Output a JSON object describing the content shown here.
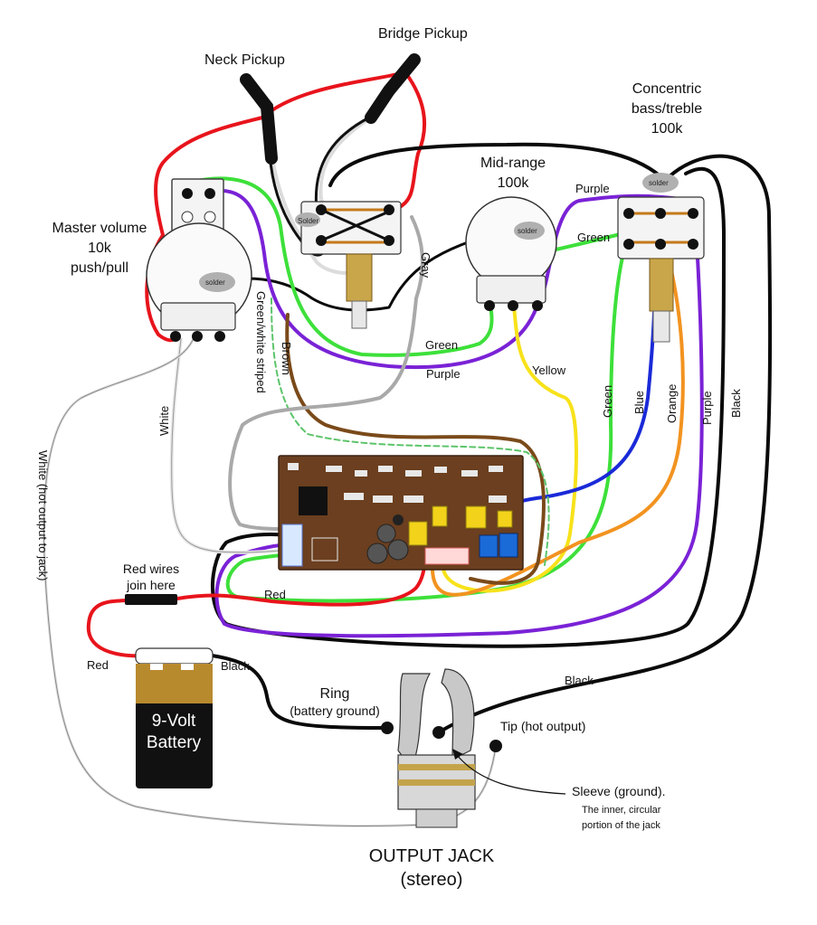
{
  "labels": {
    "bridge_pickup": "Bridge Pickup",
    "neck_pickup": "Neck Pickup",
    "concentric_line1": "Concentric",
    "concentric_line2": "bass/treble",
    "concentric_line3": "100k",
    "midrange_line1": "Mid-range",
    "midrange_line2": "100k",
    "master_line1": "Master volume",
    "master_line2": "10k",
    "master_line3": "push/pull",
    "red_wires_line1": "Red wires",
    "red_wires_line2": "join here",
    "battery_line1": "9-Volt",
    "battery_line2": "Battery",
    "ring_line1": "Ring",
    "ring_line2": "(battery ground)",
    "tip": "Tip (hot output)",
    "sleeve_line1": "Sleeve (ground).",
    "sleeve_line2": "The inner, circular",
    "sleeve_line3": "portion of the jack",
    "output_jack_line1": "OUTPUT JACK",
    "output_jack_line2": "(stereo)"
  },
  "solder_labels": {
    "master": "solder",
    "switch": "Solder",
    "midrange": "solder",
    "concentric": "solder"
  },
  "wire_labels": {
    "white": "White",
    "white_hot": "White (hot output to jack)",
    "green_white": "Green/white striped",
    "brown": "Brown",
    "gray": "Gray",
    "green_lower": "Green",
    "purple_lower": "Purple",
    "yellow": "Yellow",
    "purple_top": "Purple",
    "green_top": "Green",
    "green_right": "Green",
    "blue": "Blue",
    "orange": "Orange",
    "purple_right": "Purple",
    "black_right": "Black",
    "red_preamp": "Red",
    "red_left": "Red",
    "black_battery": "Black",
    "black_jack": "Black"
  },
  "colors": {
    "red": "#e8141c",
    "green": "#3de03a",
    "purple": "#7a22d6",
    "yellow": "#f7e21a",
    "blue": "#1a2ad8",
    "orange": "#f29320",
    "brown": "#7a4a1a",
    "gray": "#a9a9a9",
    "black": "#0a0a0a",
    "board": "#6b3f1f",
    "battery_gold": "#b88a2e"
  }
}
